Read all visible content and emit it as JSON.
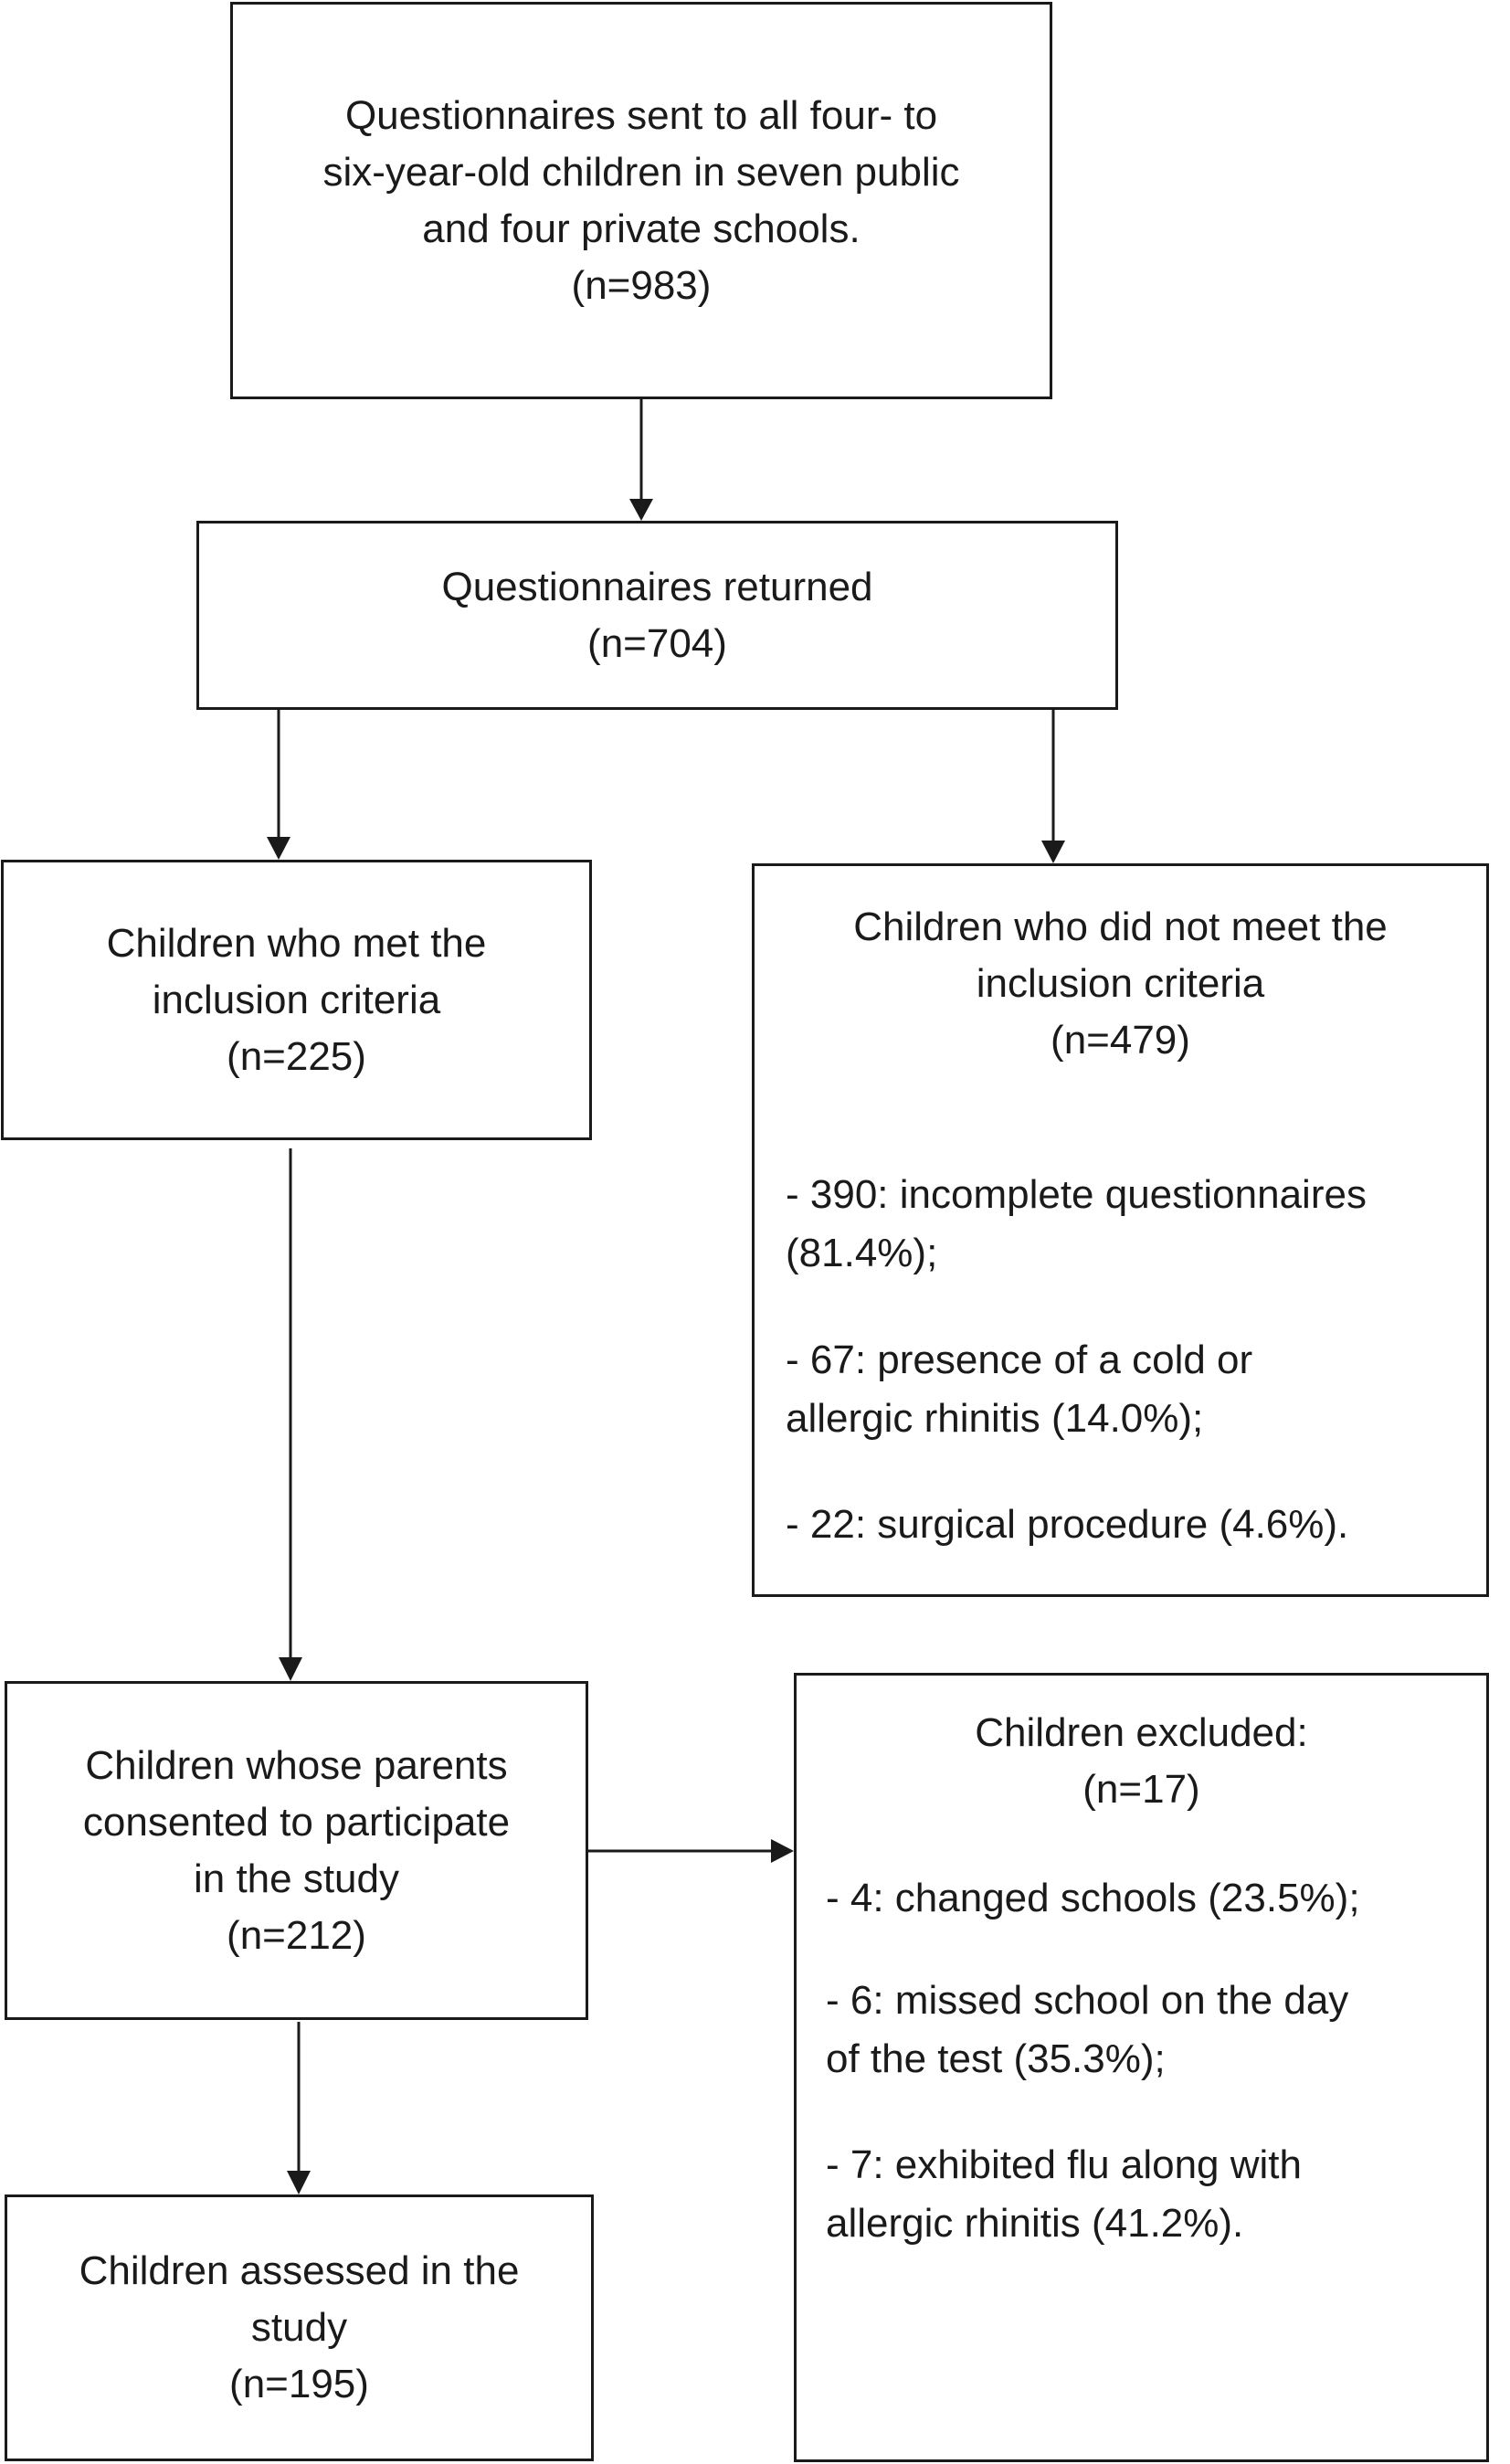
{
  "box_sent": {
    "lines": [
      "Questionnaires sent to all four- to",
      "six-year-old children in seven public",
      "and four private schools."
    ],
    "n": "(n=983)"
  },
  "box_returned": {
    "line": "Questionnaires returned",
    "n": "(n=704)"
  },
  "box_met": {
    "lines": [
      "Children who met the",
      "inclusion criteria"
    ],
    "n": "(n=225)"
  },
  "box_not_met": {
    "lines": [
      "Children who did not meet the",
      "inclusion criteria"
    ],
    "n": "(n=479)",
    "items": [
      [
        "- 390: incomplete questionnaires",
        "(81.4%);"
      ],
      [
        "- 67: presence of a cold or",
        "allergic rhinitis (14.0%);"
      ],
      [
        "- 22: surgical procedure (4.6%)."
      ]
    ]
  },
  "box_consented": {
    "lines": [
      "Children whose parents",
      "consented to participate",
      "in the study"
    ],
    "n": "(n=212)"
  },
  "box_excluded": {
    "line": "Children excluded:",
    "n": "(n=17)",
    "items": [
      [
        "- 4: changed schools (23.5%);"
      ],
      [
        "- 6: missed school on the day",
        "of the test (35.3%);"
      ],
      [
        "- 7: exhibited flu along with",
        "allergic rhinitis (41.2%)."
      ]
    ]
  },
  "box_assessed": {
    "lines": [
      "Children assessed in the",
      "study"
    ],
    "n": "(n=195)"
  }
}
